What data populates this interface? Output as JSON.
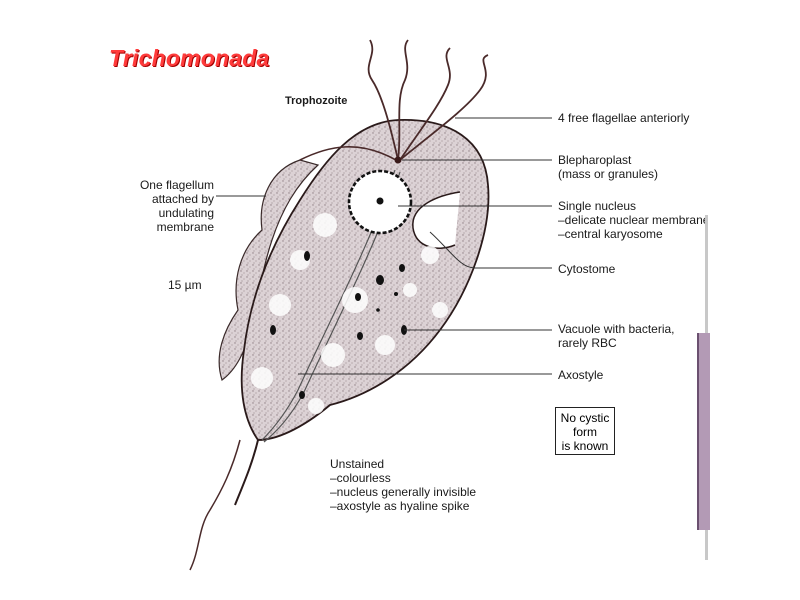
{
  "title": "Trichomonada",
  "stage": "Trophozoite",
  "labels": {
    "flagellae": "4 free flagellae anteriorly",
    "blepharoplast": [
      "Blepharoplast",
      "(mass or granules)"
    ],
    "nucleus": [
      "Single nucleus",
      "–delicate nuclear membrane",
      "–central karyosome"
    ],
    "cytostome": "Cytostome",
    "vacuole": [
      "Vacuole with bacteria,",
      "rarely RBC"
    ],
    "axostyle": "Axostyle",
    "undulating": [
      "One flagellum",
      "attached by",
      "undulating",
      "membrane"
    ],
    "scale": "15 µm"
  },
  "note_box": [
    "No cystic",
    "form",
    "is known"
  ],
  "unstained": [
    "Unstained",
    "–colourless",
    "–nucleus generally invisible",
    "–axostyle as hyaline spike"
  ],
  "colors": {
    "title": "#ff3b3b",
    "cell_fill": "#d9cfd2",
    "flagella": "#4a2a2a",
    "edge_bar": "#b39ab5"
  }
}
